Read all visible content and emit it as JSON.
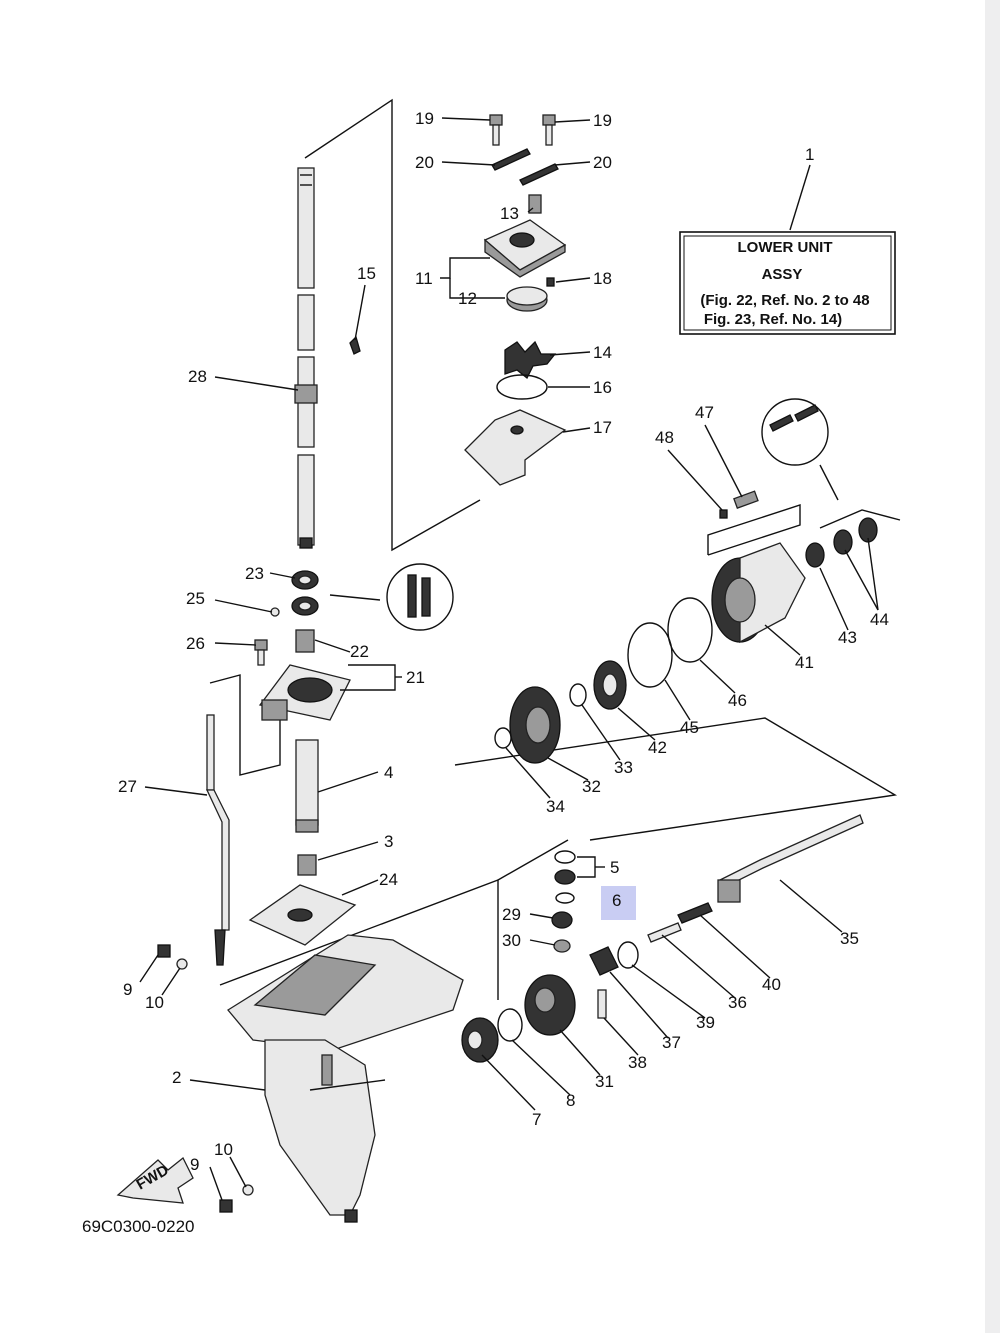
{
  "assy_box": {
    "line1": "LOWER UNIT",
    "line2": "ASSY",
    "line3": "(Fig. 22, Ref. No. 2 to 48",
    "line4": "Fig. 23, Ref. No. 14)"
  },
  "drawing_code": "69C0300-0220",
  "fwd_label": "FWD",
  "highlighted_part": "6",
  "highlight_color": "#c9cdf3",
  "callouts": [
    {
      "id": "c1",
      "text": "1"
    },
    {
      "id": "c2",
      "text": "2"
    },
    {
      "id": "c3",
      "text": "3"
    },
    {
      "id": "c4",
      "text": "4"
    },
    {
      "id": "c5",
      "text": "5"
    },
    {
      "id": "c6",
      "text": "6"
    },
    {
      "id": "c7",
      "text": "7"
    },
    {
      "id": "c8",
      "text": "8"
    },
    {
      "id": "c9a",
      "text": "9"
    },
    {
      "id": "c9b",
      "text": "9"
    },
    {
      "id": "c10a",
      "text": "10"
    },
    {
      "id": "c10b",
      "text": "10"
    },
    {
      "id": "c11",
      "text": "11"
    },
    {
      "id": "c12",
      "text": "12"
    },
    {
      "id": "c13",
      "text": "13"
    },
    {
      "id": "c14",
      "text": "14"
    },
    {
      "id": "c15",
      "text": "15"
    },
    {
      "id": "c16",
      "text": "16"
    },
    {
      "id": "c17",
      "text": "17"
    },
    {
      "id": "c18",
      "text": "18"
    },
    {
      "id": "c19a",
      "text": "19"
    },
    {
      "id": "c19b",
      "text": "19"
    },
    {
      "id": "c20a",
      "text": "20"
    },
    {
      "id": "c20b",
      "text": "20"
    },
    {
      "id": "c21",
      "text": "21"
    },
    {
      "id": "c22",
      "text": "22"
    },
    {
      "id": "c23",
      "text": "23"
    },
    {
      "id": "c24",
      "text": "24"
    },
    {
      "id": "c25",
      "text": "25"
    },
    {
      "id": "c26",
      "text": "26"
    },
    {
      "id": "c27",
      "text": "27"
    },
    {
      "id": "c28",
      "text": "28"
    },
    {
      "id": "c29",
      "text": "29"
    },
    {
      "id": "c30",
      "text": "30"
    },
    {
      "id": "c31",
      "text": "31"
    },
    {
      "id": "c32",
      "text": "32"
    },
    {
      "id": "c33",
      "text": "33"
    },
    {
      "id": "c34",
      "text": "34"
    },
    {
      "id": "c35",
      "text": "35"
    },
    {
      "id": "c36",
      "text": "36"
    },
    {
      "id": "c37",
      "text": "37"
    },
    {
      "id": "c38",
      "text": "38"
    },
    {
      "id": "c39",
      "text": "39"
    },
    {
      "id": "c40",
      "text": "40"
    },
    {
      "id": "c41",
      "text": "41"
    },
    {
      "id": "c42",
      "text": "42"
    },
    {
      "id": "c43",
      "text": "43"
    },
    {
      "id": "c44",
      "text": "44"
    },
    {
      "id": "c45",
      "text": "45"
    },
    {
      "id": "c46",
      "text": "46"
    },
    {
      "id": "c47",
      "text": "47"
    },
    {
      "id": "c48",
      "text": "48"
    }
  ]
}
